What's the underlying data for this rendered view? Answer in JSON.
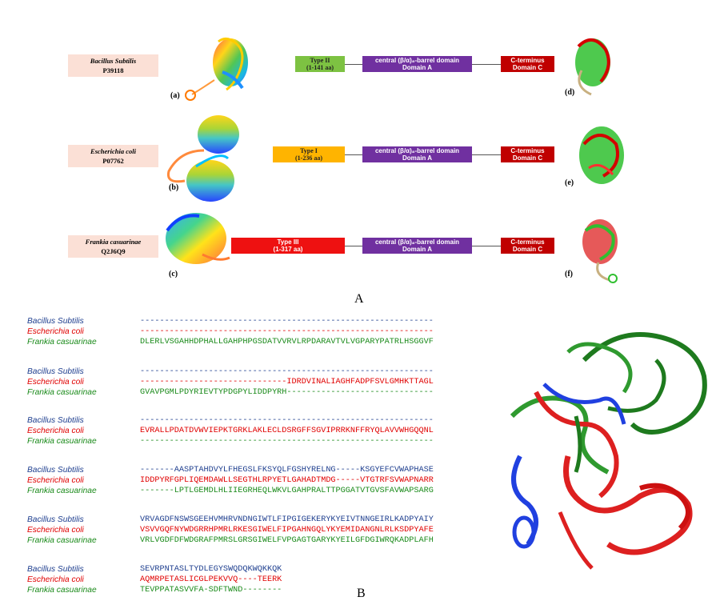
{
  "panel_a": {
    "rows": [
      {
        "species": "Bacillus Subtilis",
        "accession": "P39118",
        "type_label": "Type II",
        "type_range": "(1-141 aa)",
        "type_color": "#7dc242",
        "structure_label": "(a)",
        "overlay_label": "(d)"
      },
      {
        "species": "Escherichia coli",
        "accession": "P07762",
        "type_label": "Type I",
        "type_range": "(1-236 aa)",
        "type_color": "#ffb400",
        "structure_label": "(b)",
        "overlay_label": "(e)"
      },
      {
        "species": "Frankia casuarinae",
        "accession": "Q2J6Q9",
        "type_label": "Type III",
        "type_range": "(1-317 aa)",
        "type_color": "#ee1111",
        "structure_label": "(c)",
        "overlay_label": "(f)"
      }
    ],
    "domain_a_line1": "central (β/α)₈-barrel domain",
    "domain_a_line2": "Domain A",
    "domain_c_line1": "C-terminus",
    "domain_c_line2": "Domain C",
    "domain_a_color": "#7030a0",
    "domain_c_color": "#c00000",
    "label": "A"
  },
  "panel_b": {
    "label": "B",
    "species_names": [
      "Bacillus Subtilis",
      "Escherichia coli",
      "Frankia casuarinae"
    ],
    "blocks": [
      [
        "------------------------------------------------------------",
        "------------------------------------------------------------",
        "DLERLVSGAHHDPHALLGAHPHPGSDATVVRVLRPDARAVTVLVGPARYPATRLHSGGVF"
      ],
      [
        "------------------------------------------------------------",
        "------------------------------IDRDVINALIAGHFADPFSVLGMHKTTAGL",
        "GVAVPGMLPDYRIEVTYPDGPYLIDDPYRH------------------------------"
      ],
      [
        "------------------------------------------------------------",
        "EVRALLPDATDVWVIEPKTGRKLAKLECLDSRGFFSGVIPRRKNFFRYQLAVVWHGQQNL",
        "------------------------------------------------------------"
      ],
      [
        "-------AASPTAHDVYLFHEGSLFKSYQLFGSHYRELNG-----KSGYEFCVWAPHASE",
        "IDDPYRFGPLIQEMDAWLLSEGTHLRPYETLGAHADTMDG-----VTGTRFSVWAPNARR",
        "-------LPTLGEMDLHLIIEGRHEQLWKVLGAHPRALTTPGGATVTGVSFAVWAPSARG"
      ],
      [
        "VRVAGDFNSWSGEEHVMHRVNDNGIWTLFIPGIGEKERYKYEIVTNNGEIRLKADPYAIY",
        "VSVVGQFNYWDGRRHPMRLRKESGIWELFIPGAHNGQLYKYEMIDANGNLRLKSDPYAFE",
        "VRLVGDFDFWDGRAFPMRSLGRSGIWELFVPGAGTGARYKYEILGFDGIWRQKADPLAFH"
      ],
      [
        "SEVRPNTASLTYDLEGYSWQDQKWQKKQK",
        "AQMRPETASLICGLPEKVVQ----TEERK",
        "TEVPPATASVVFA-SDFTWND--------"
      ]
    ]
  }
}
